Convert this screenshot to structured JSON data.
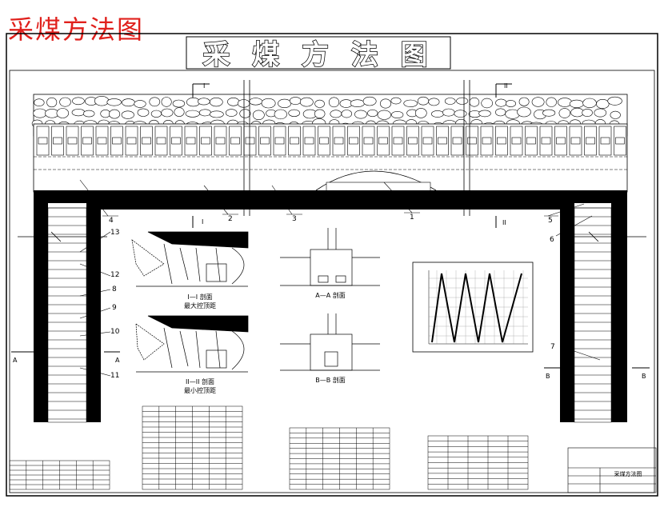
{
  "overlay_title": "采煤方法图",
  "drawing": {
    "banner_title": "采 煤 方 法 图",
    "section_marks": {
      "I": "I",
      "II": "II",
      "A": "A",
      "B": "B"
    },
    "callouts": [
      "1",
      "2",
      "3",
      "4",
      "5",
      "6",
      "7",
      "8",
      "9",
      "10",
      "11",
      "12",
      "13"
    ],
    "section_captions": {
      "s1_line1": "I—I 剖面",
      "s1_line2": "最大控顶距",
      "s2_line1": "II—II 剖面",
      "s2_line2": "最小控顶距",
      "aa": "A—A 剖面",
      "bb": "B—B 剖面"
    },
    "title_block_main": "采煤方法图"
  },
  "colors": {
    "overlay_red": "#e0201c",
    "line": "#000000",
    "coal": "#000000"
  }
}
